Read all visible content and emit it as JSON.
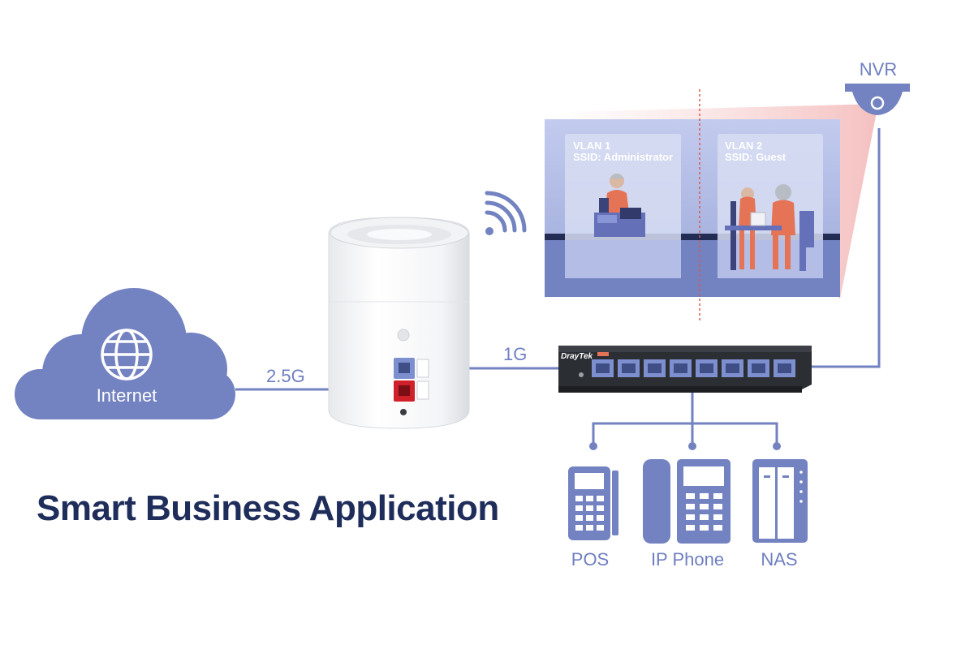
{
  "title": "Smart Business Application",
  "cloud_label": "Internet",
  "links": {
    "wan": "2.5G",
    "lan": "1G"
  },
  "camera_label": "NVR",
  "vlans": [
    {
      "line1": "VLAN 1",
      "line2": "SSID: Administrator"
    },
    {
      "line1": "VLAN 2",
      "line2": "SSID: Guest"
    }
  ],
  "switch_brand": "DrayTek",
  "switch_port_count": 8,
  "devices": [
    {
      "label": "POS",
      "icon": "pos-terminal-icon"
    },
    {
      "label": "IP Phone",
      "icon": "ip-phone-icon"
    },
    {
      "label": "NAS",
      "icon": "nas-icon"
    }
  ],
  "colors": {
    "accent": "#7382c0",
    "title": "#1f2d5a",
    "panel": "#b7c1e6",
    "switch": "#2b2e33",
    "wan_port": "#d0202a",
    "highlight": "#e57456"
  }
}
